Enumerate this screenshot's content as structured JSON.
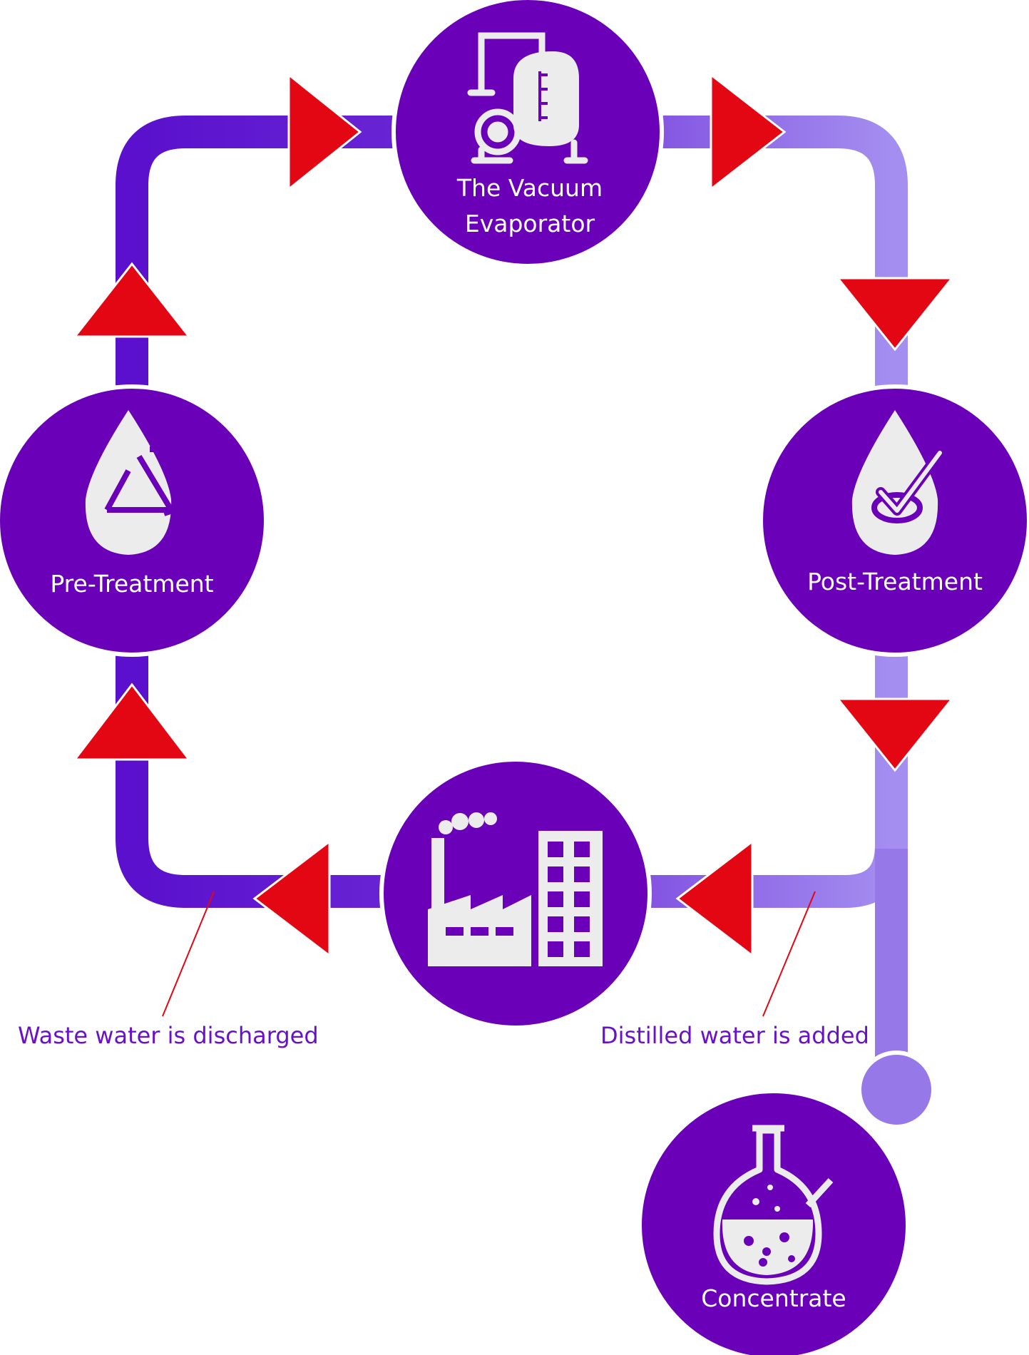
{
  "colors": {
    "node_fill": "#6a00b8",
    "pipe_left": "#5a12cc",
    "pipe_right": "#9a80e8",
    "arrow": "#e30613",
    "icon": "#ececec",
    "annotation_text": "#6a10c8",
    "leader_line": "#e30613"
  },
  "nodes": {
    "evaporator": {
      "label_line1": "The Vacuum",
      "label_line2": "Evaporator",
      "icon": "vacuum-evaporator-icon"
    },
    "post_treatment": {
      "label": "Post-Treatment",
      "icon": "water-drop-check-icon"
    },
    "pre_treatment": {
      "label": "Pre-Treatment",
      "icon": "water-drop-recycle-icon"
    },
    "factory": {
      "label": "",
      "icon": "factory-icon"
    },
    "concentrate": {
      "label": "Concentrate",
      "icon": "flask-icon"
    }
  },
  "annotations": {
    "waste": "Waste water is discharged",
    "distilled": "Distilled water is added"
  }
}
